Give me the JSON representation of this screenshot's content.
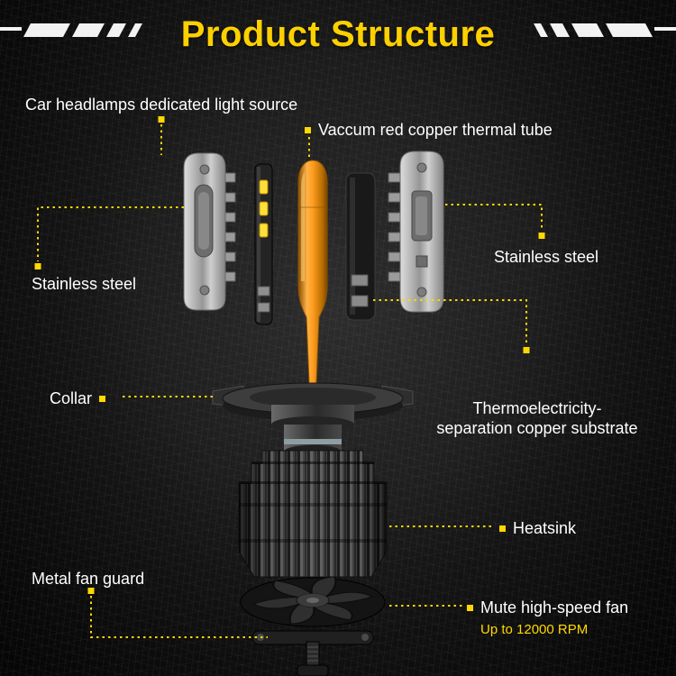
{
  "title": "Product Structure",
  "labels": {
    "light_source": "Car headlamps dedicated light source",
    "thermal_tube": "Vaccum red copper thermal tube",
    "stainless_left": "Stainless steel",
    "stainless_right": "Stainless steel",
    "collar": "Collar",
    "substrate": "Thermoelectricity-\nseparation copper substrate",
    "heatsink": "Heatsink",
    "fan_guard": "Metal fan guard",
    "fan": "Mute high-speed fan",
    "fan_note": "Up to 12000 RPM"
  },
  "colors": {
    "accent_yellow": "#ffd800",
    "title_yellow": "#fdd000",
    "label_text": "#ffffff",
    "background": "#141414",
    "copper_tube": "#ff9d1f",
    "steel": "#b5b5b5"
  },
  "icons": {
    "leader_marker": "yellow-square-marker",
    "decoration": "speed-slash-bars"
  }
}
